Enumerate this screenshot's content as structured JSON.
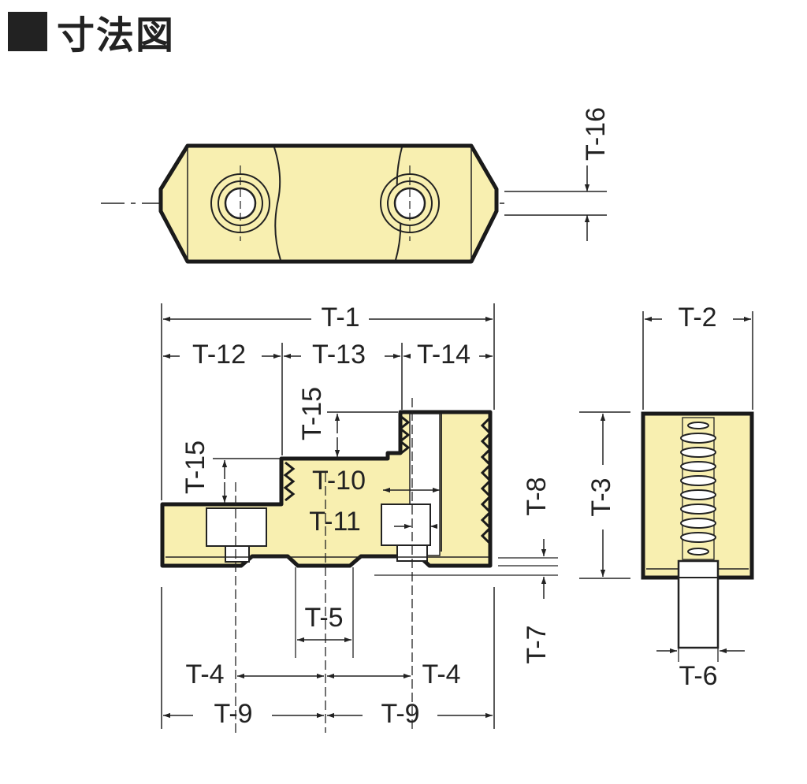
{
  "header": {
    "marker": "■",
    "title": "寸法図"
  },
  "colors": {
    "part_fill": "#f8efb0",
    "outline": "#1a1a1a",
    "line": "#222222",
    "bore_fill": "#ffffff"
  },
  "labels": {
    "t1": "T-1",
    "t2": "T-2",
    "t3": "T-3",
    "t4_left": "T-4",
    "t4_right": "T-4",
    "t5": "T-5",
    "t6": "T-6",
    "t7": "T-7",
    "t8": "T-8",
    "t9_left": "T-9",
    "t9_right": "T-9",
    "t10": "T-10",
    "t11": "T-11",
    "t12": "T-12",
    "t13": "T-13",
    "t14": "T-14",
    "t15_left": "T-15",
    "t15_right": "T-15",
    "t16": "T-16"
  }
}
